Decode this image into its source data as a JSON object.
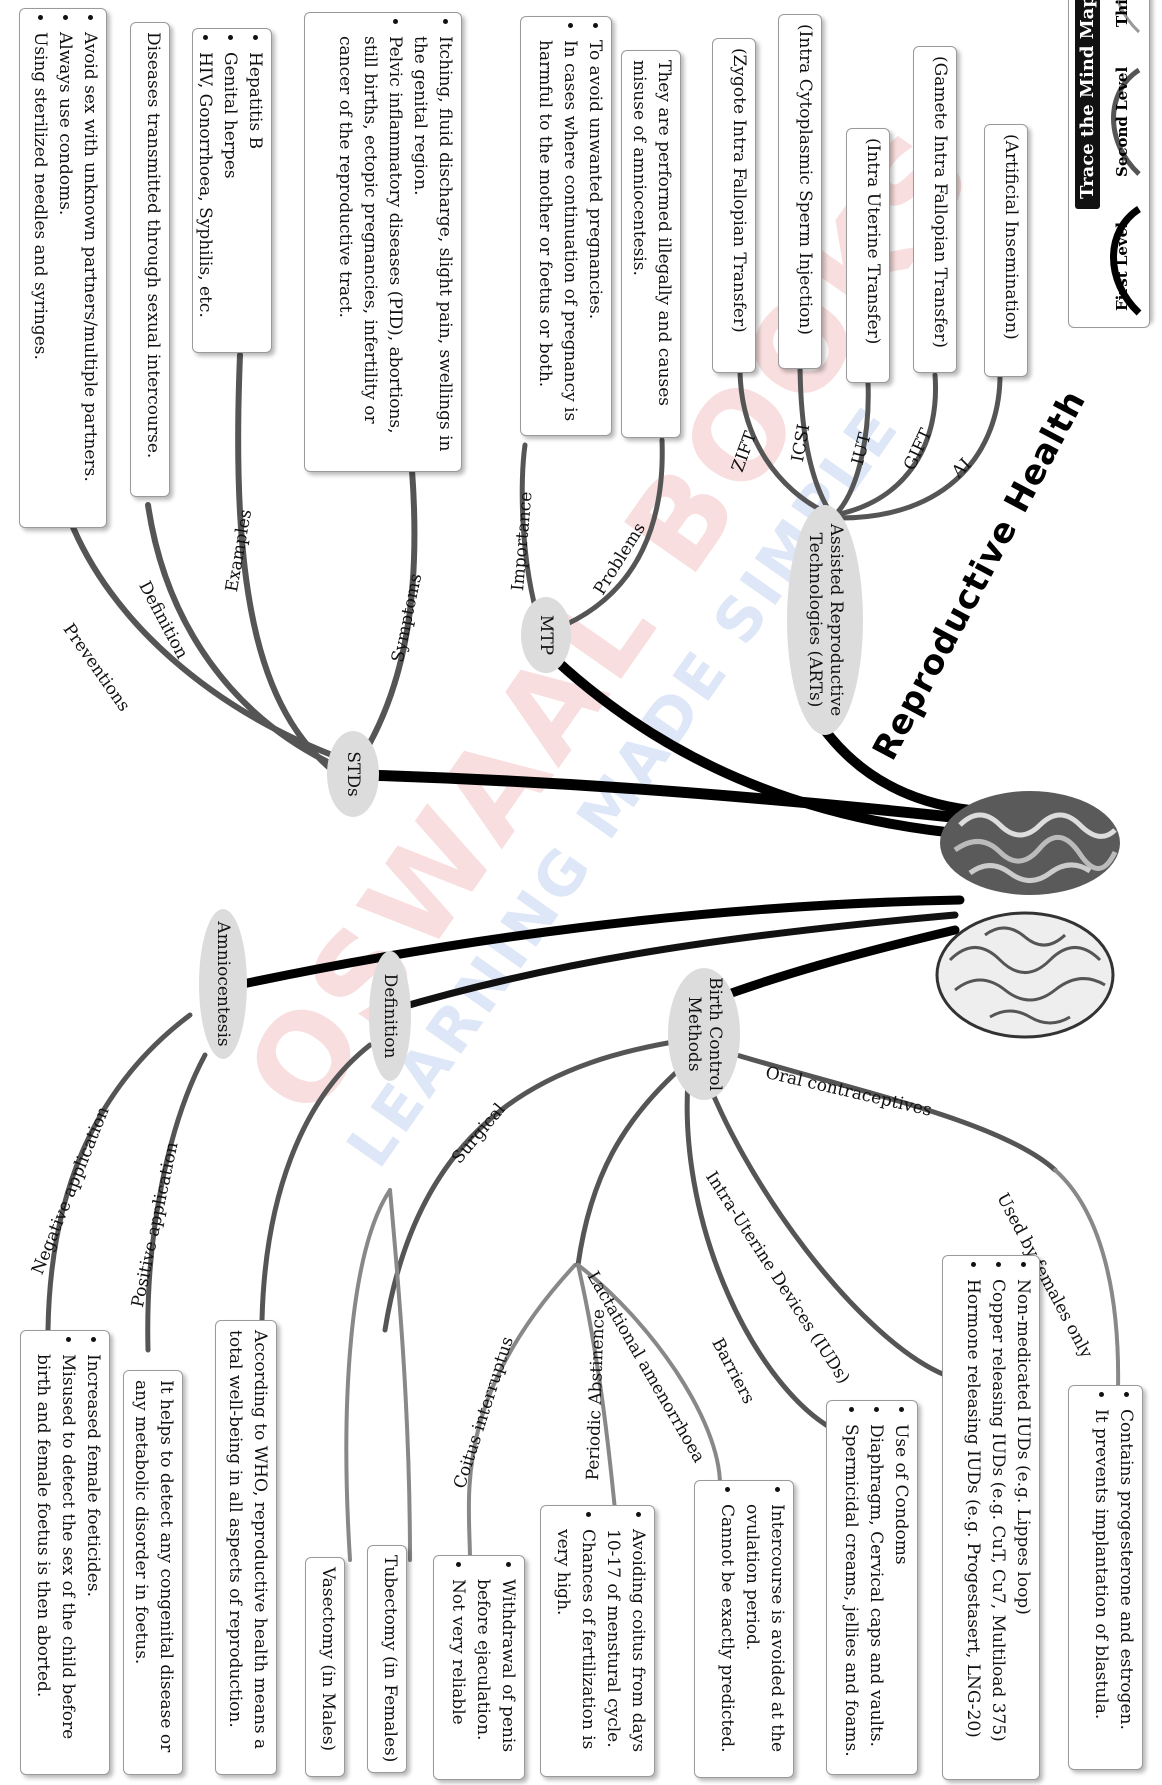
{
  "root": {
    "title": "Reproductive Health"
  },
  "watermark": {
    "line1": "OSWAAL BOOKS",
    "line2": "LEARNING MADE SIMPLE"
  },
  "legend": {
    "title": "Trace the Mind Map",
    "first": "First Level",
    "second": "Second Level",
    "third": "Third Level"
  },
  "hubs": {
    "stds": "STDs",
    "mtp": "MTP",
    "arts": "Assisted Reproductive Technologies (ARTs)",
    "amniocentesis": "Amniocentesis",
    "definition": "Definition",
    "birth_control": "Birth Control Methods"
  },
  "branch_labels": {
    "preventions": "Preventions",
    "std_definition": "Definition",
    "examples": "Examples",
    "symptoms": "Symptoms",
    "importance": "Importance",
    "problems": "Problems",
    "zift": "ZIFT",
    "icsi": "ICSI",
    "iut": "IUT",
    "gift": "GIFT",
    "ai": "AI",
    "negative_application": "Negative application",
    "positive_application": "Positive application",
    "surgical": "Surgical",
    "coitus_interruptus": "Coitus interruptus",
    "periodic_abstinence": "Periodic Abstinence",
    "lactational_amenorrhoea": "Lactational amenorrhoea",
    "barriers": "Barriers",
    "iuds": "Intra-Uterine Devices (IUDs)",
    "oral_contraceptives": "Oral contraceptives",
    "used_by_females_only": "Used by females only"
  },
  "boxes": {
    "preventions": [
      "Avoid sex with unknown partners/multiple partners.",
      "Always use condoms.",
      "Using sterilized needles and syringes."
    ],
    "std_definition": "Diseases transmitted through sexual intercourse.",
    "examples": [
      "Hepatitis B",
      "Genital herpes",
      "HIV, Gonorrhoea, Syphilis, etc."
    ],
    "symptoms": [
      "Itching, fluid discharge, slight pain, swellings in the genital region.",
      "Pelvic inflammatory diseases (PID), abortions, still births, ectopic pregnancies, infertility or cancer of the reproductive tract."
    ],
    "importance": [
      "To avoid unwanted pregnancies.",
      "In cases where continuation of pregnancy is harmful to the mother or foetus or both."
    ],
    "problems": "They are performed illegally and causes misuse of amniocentesis.",
    "zift": "(Zygote Intra Fallopian Transfer)",
    "icsi": "(Intra Cytoplasmic Sperm Injection)",
    "iut": "(Intra Uterine Transfer)",
    "gift": "(Gamete Intra Fallopian Transfer)",
    "ai": "(Artificial Insemination)",
    "negative": [
      "Increased female foeticides.",
      "Misused to detect the sex of the child before birth and female foetus is then aborted."
    ],
    "positive": "It helps to detect any congenital disease or any metabolic disorder in foetus.",
    "who_definition": "According to WHO, reproductive health means a total well-being in all aspects of reproduction.",
    "vasectomy": "Vasectomy (in Males)",
    "tubectomy": "Tubectomy (in Females)",
    "coitus": [
      "Withdrawal of penis before ejaculation.",
      "Not very reliable"
    ],
    "periodic": [
      "Avoiding coitus from days 10-17 of menstural cycle.",
      "Chances of fertilization is very high."
    ],
    "lactational": [
      "Intercourse is avoided at the ovulation period.",
      "Cannot be exactly predicted."
    ],
    "barriers": [
      "Use of Condoms",
      "Diaphragm, Cervical caps and vaults.",
      "Spermicidal creams, jellies and foams."
    ],
    "iuds": [
      "Non-medicated IUDs (e.g. Lippes loop)",
      "Copper releasing IUDs (e.g. CuT, Cu7, Multiload 375)",
      "Hormone releasing IUDs (e.g. Progestasert, LNG-20)"
    ],
    "oral": [
      "Contains progesterone and estrogen.",
      "It prevents implantation of blastula."
    ]
  }
}
